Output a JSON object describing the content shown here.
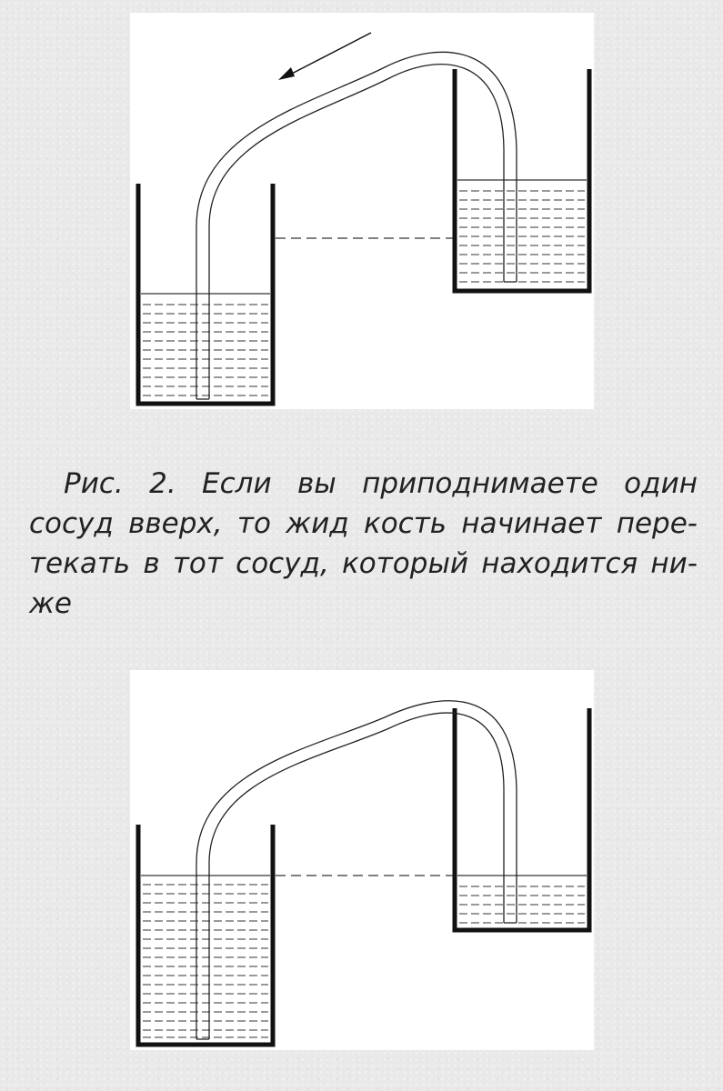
{
  "caption": {
    "text": "Рис. 2. Если вы приподнимаете один сосуд вверх, то жид кость начинает пере-текать в тот сосуд, который находится ни-же"
  },
  "figures": [
    {
      "name": "siphon-raised-vessel",
      "flow_arrow": "arrow-left"
    },
    {
      "name": "siphon-equal-levels",
      "flow_arrow": ""
    }
  ]
}
